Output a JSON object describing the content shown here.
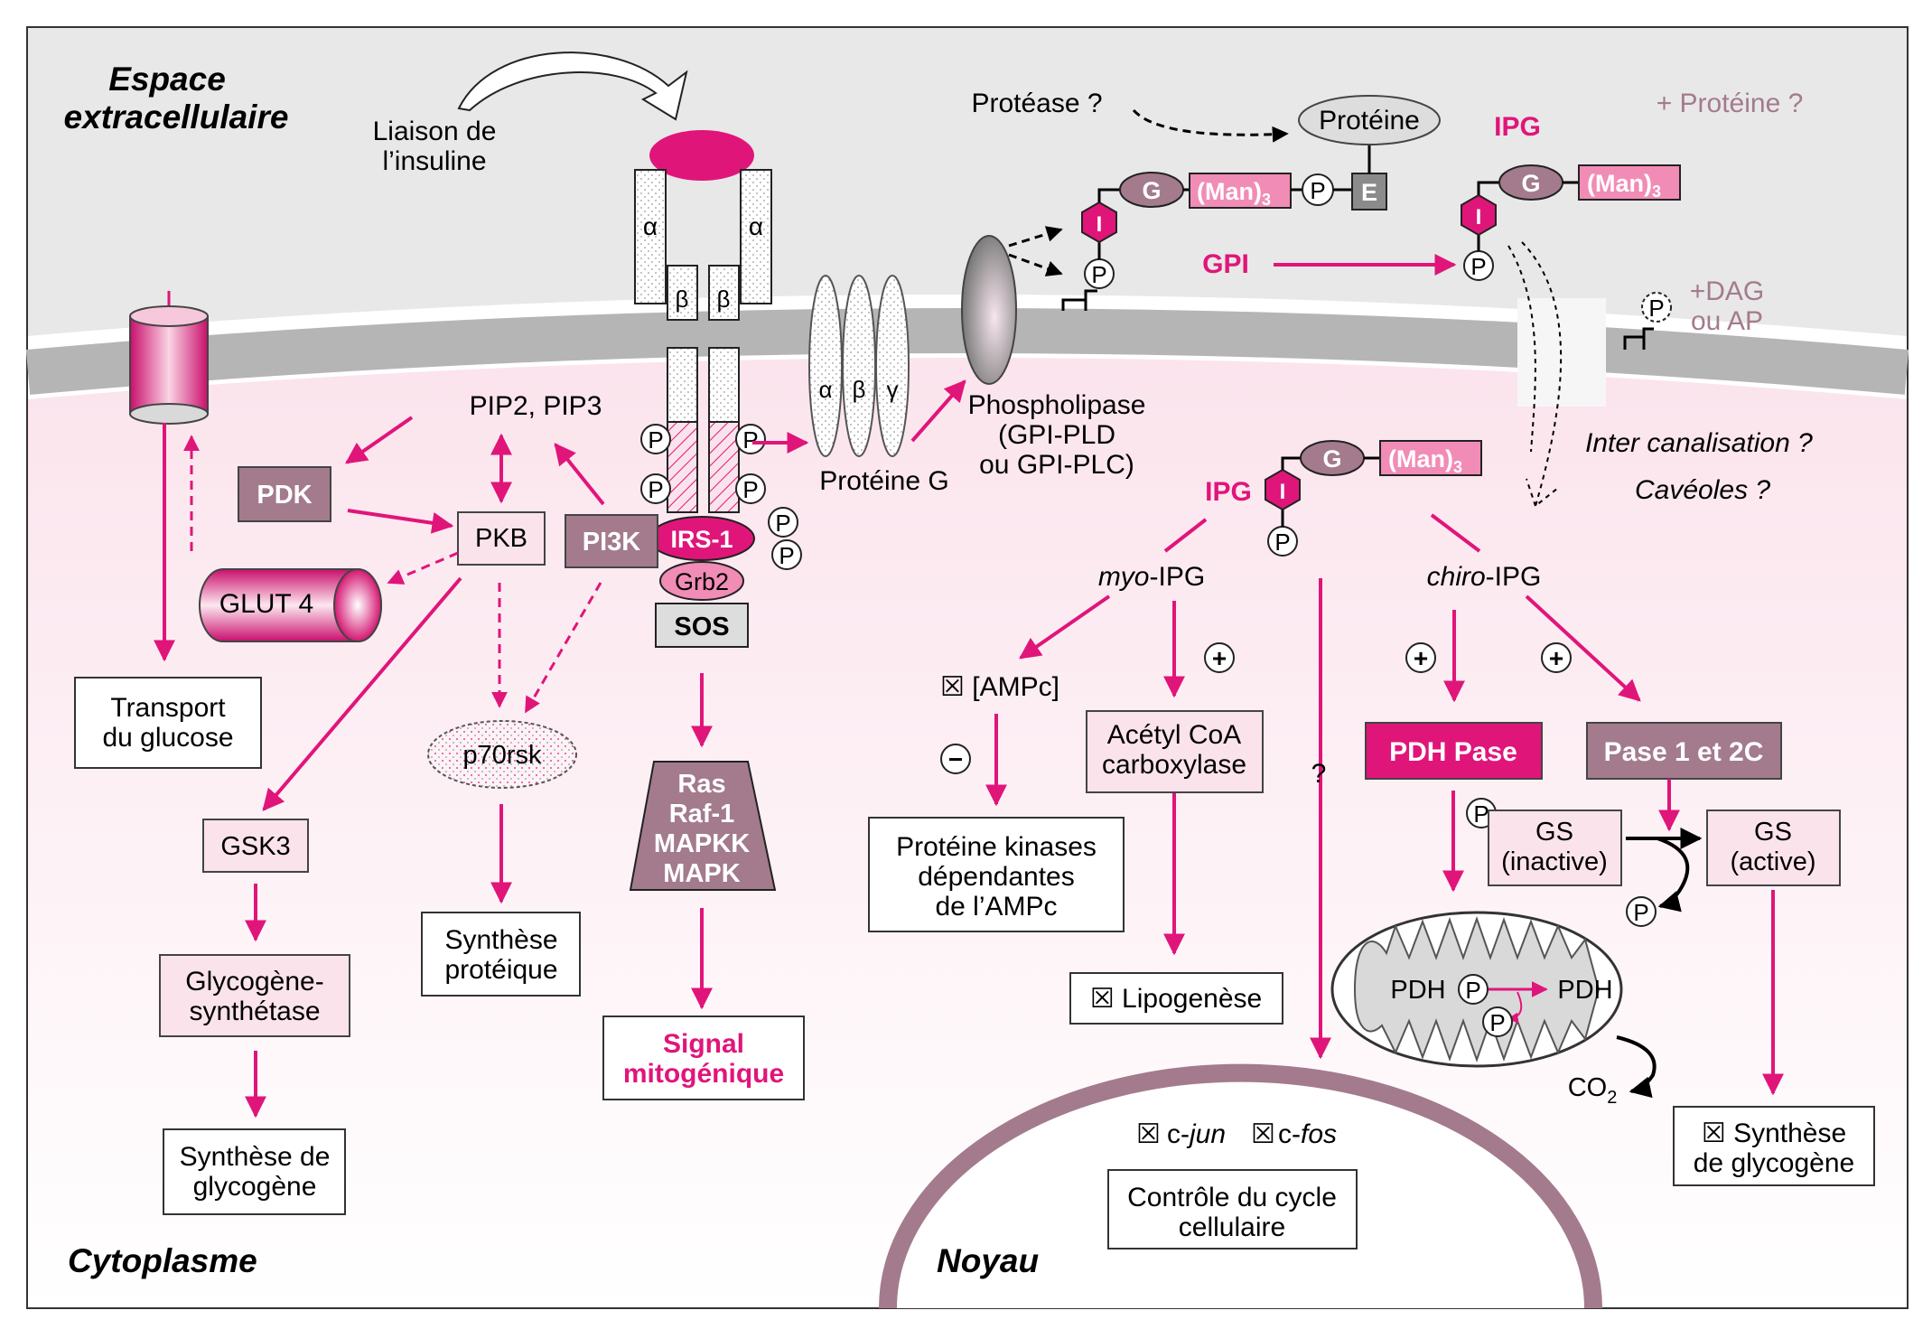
{
  "colors": {
    "magenta": "#e0157a",
    "mauve": "#a37b8d",
    "pink_light": "#fbe3ec",
    "pink_mid": "#f18cb6",
    "grey_bg": "#e8e8e8",
    "membrane": "#b5b5b5"
  },
  "regions": {
    "extracellular_line1": "Espace",
    "extracellular_line2": "extracellulaire",
    "cytoplasm": "Cytoplasme",
    "nucleus": "Noyau"
  },
  "receptor": {
    "binding_line1": "Liaison de",
    "binding_line2": "l’insuline",
    "alpha": "α",
    "beta": "β",
    "p": "P",
    "irs1": "IRS-1",
    "grb2": "Grb2",
    "sos": "SOS",
    "mapk_cascade": [
      "Ras",
      "Raf-1",
      "MAPKK",
      "MAPK"
    ],
    "signal_line1": "Signal",
    "signal_line2": "mitogénique"
  },
  "g_protein": {
    "alpha": "α",
    "beta": "β",
    "gamma": "γ",
    "label": "Protéine G"
  },
  "phospholipase": {
    "line1": "Phospholipase",
    "line2": "(GPI-PLD",
    "line3": "ou GPI-PLC)"
  },
  "gpi": {
    "protease": "Protéase ?",
    "proteine": "Protéine",
    "g": "G",
    "man": "(Man)",
    "man_sub": "3",
    "p": "P",
    "e": "E",
    "i": "I",
    "gpi_label": "GPI",
    "ipg_label": "IPG",
    "plus_proteine": "+ Protéine ?",
    "dag_line1": "+DAG",
    "dag_line2": "ou AP",
    "inter_canal": "Inter canalisation ?",
    "caveoles": "Cavéoles ?"
  },
  "left_path": {
    "pip": "PIP2, PIP3",
    "pdk": "PDK",
    "pkb": "PKB",
    "pi3k": "PI3K",
    "glut4": "GLUT 4",
    "transport_line1": "Transport",
    "transport_line2": "du glucose",
    "gsk3": "GSK3",
    "gs_line1": "Glycogène-",
    "gs_line2": "synthétase",
    "glyco_line1": "Synthèse de",
    "glyco_line2": "glycogène",
    "p70": "p70rsk",
    "prot_line1": "Synthèse",
    "prot_line2": "protéique"
  },
  "myo": {
    "label_italic": "myo",
    "label_rest": "-IPG",
    "ampc": "☒ [AMPc]",
    "minus": "−",
    "plus": "+",
    "pk_line1": "Protéine kinases",
    "pk_line2": "dépendantes",
    "pk_line3": "de l’AMPc",
    "acc_line1": "Acétyl CoA",
    "acc_line2": "carboxylase",
    "lipo": "☒ Lipogenèse"
  },
  "chiro": {
    "label_italic": "chiro",
    "label_rest": "-IPG",
    "plus": "+",
    "question": "?",
    "pdh_pase": "PDH Pase",
    "pase12c": "Pase 1 et 2C",
    "gs_inactive_line1": "GS",
    "gs_inactive_line2": "(inactive)",
    "gs_active_line1": "GS",
    "gs_active_line2": "(active)",
    "pdh": "PDH",
    "co2": "CO",
    "co2_sub": "2",
    "p": "P",
    "syn_line1": "☒  Synthèse",
    "syn_line2": "de glycogène"
  },
  "nucleus": {
    "gene_box": "☒",
    "cjun_pre": "c-",
    "cjun_it": "jun",
    "cfos_pre": "c-",
    "cfos_it": "fos",
    "cycle_line1": "Contrôle du cycle",
    "cycle_line2": "cellulaire"
  }
}
